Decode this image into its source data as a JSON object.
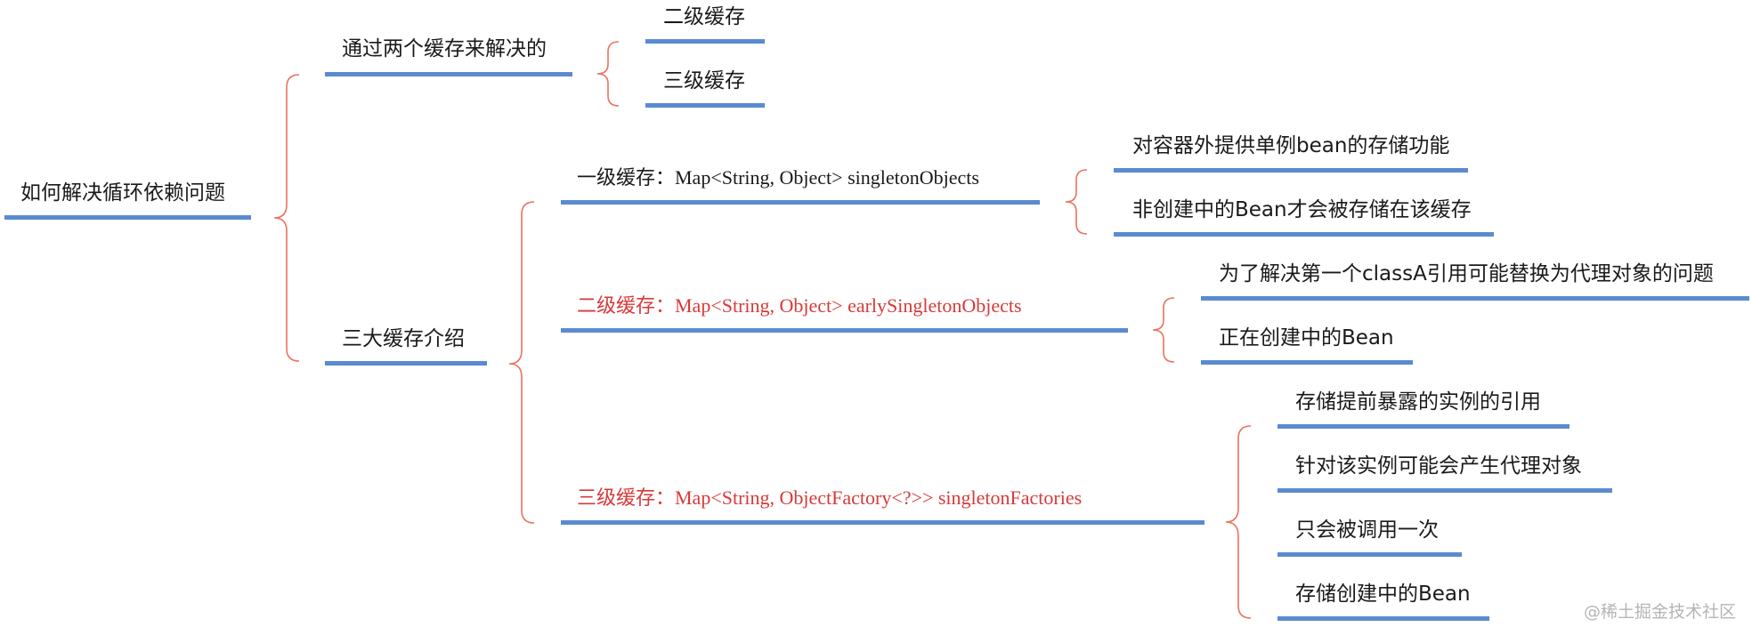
{
  "mindmap": {
    "root": "如何解决循环依赖问题",
    "branch_two_caches": {
      "label": "通过两个缓存来解决的",
      "children": [
        "二级缓存",
        "三级缓存"
      ]
    },
    "branch_three_caches": {
      "label": "三大缓存介绍",
      "level1": {
        "label": "一级缓存：Map<String, Object> singletonObjects",
        "children": [
          "对容器外提供单例bean的存储功能",
          "非创建中的Bean才会被存储在该缓存"
        ]
      },
      "level2": {
        "label": "二级缓存：Map<String, Object> earlySingletonObjects",
        "children": [
          "为了解决第一个classA引用可能替换为代理对象的问题",
          "正在创建中的Bean"
        ]
      },
      "level3": {
        "label": "三级缓存：Map<String, ObjectFactory<?>> singletonFactories",
        "children": [
          "存储提前暴露的实例的引用",
          "针对该实例可能会产生代理对象",
          "只会被调用一次",
          "存储创建中的Bean"
        ]
      }
    }
  },
  "colors": {
    "underline": "#5b8ad0",
    "brace": "#e8735e",
    "highlight": "#d63a3a"
  },
  "watermark": "@稀土掘金技术社区"
}
